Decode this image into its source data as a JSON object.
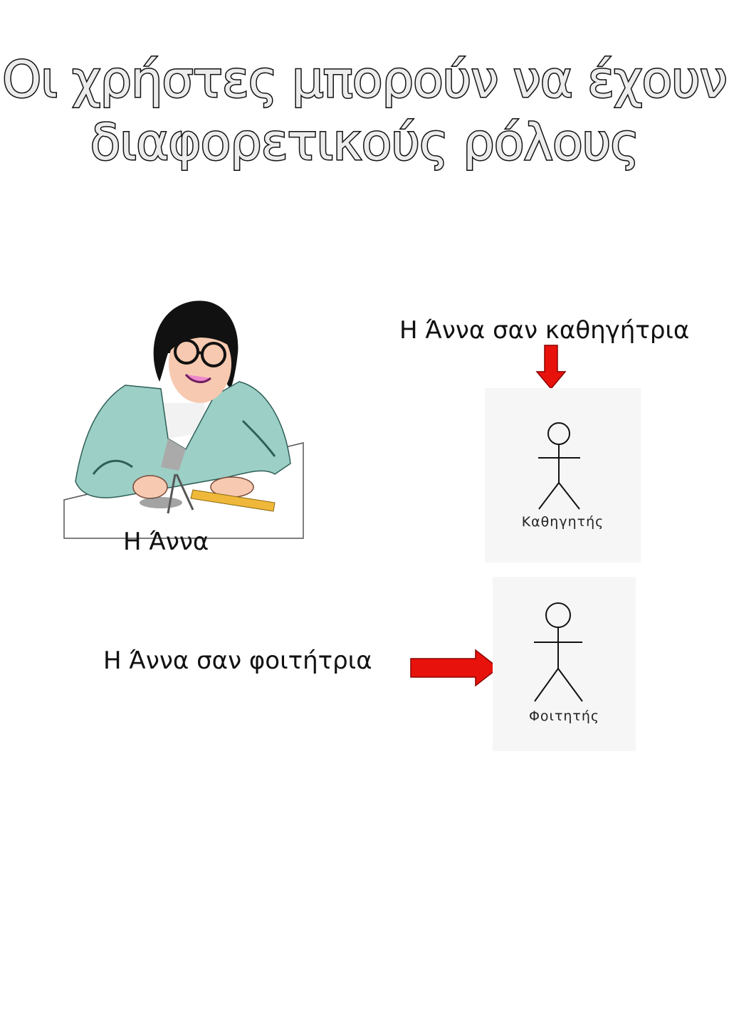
{
  "title": {
    "line1": "Οι χρήστες μπορούν να έχουν",
    "line2": "διαφορετικούς ρόλους"
  },
  "person": {
    "name": "Η Άννα",
    "illustration": "teacher-drafting-clipart"
  },
  "roles": {
    "teacher": {
      "label": "Η Άννα σαν καθηγήτρια",
      "actor": "Καθηγητής"
    },
    "student": {
      "label": "Η Άννα σαν φοιτήτρια",
      "actor": "Φοιτητής"
    }
  },
  "colors": {
    "arrow": "#e8120c",
    "actor_box": "#f6f6f6",
    "jacket": "#9ccfc6"
  }
}
